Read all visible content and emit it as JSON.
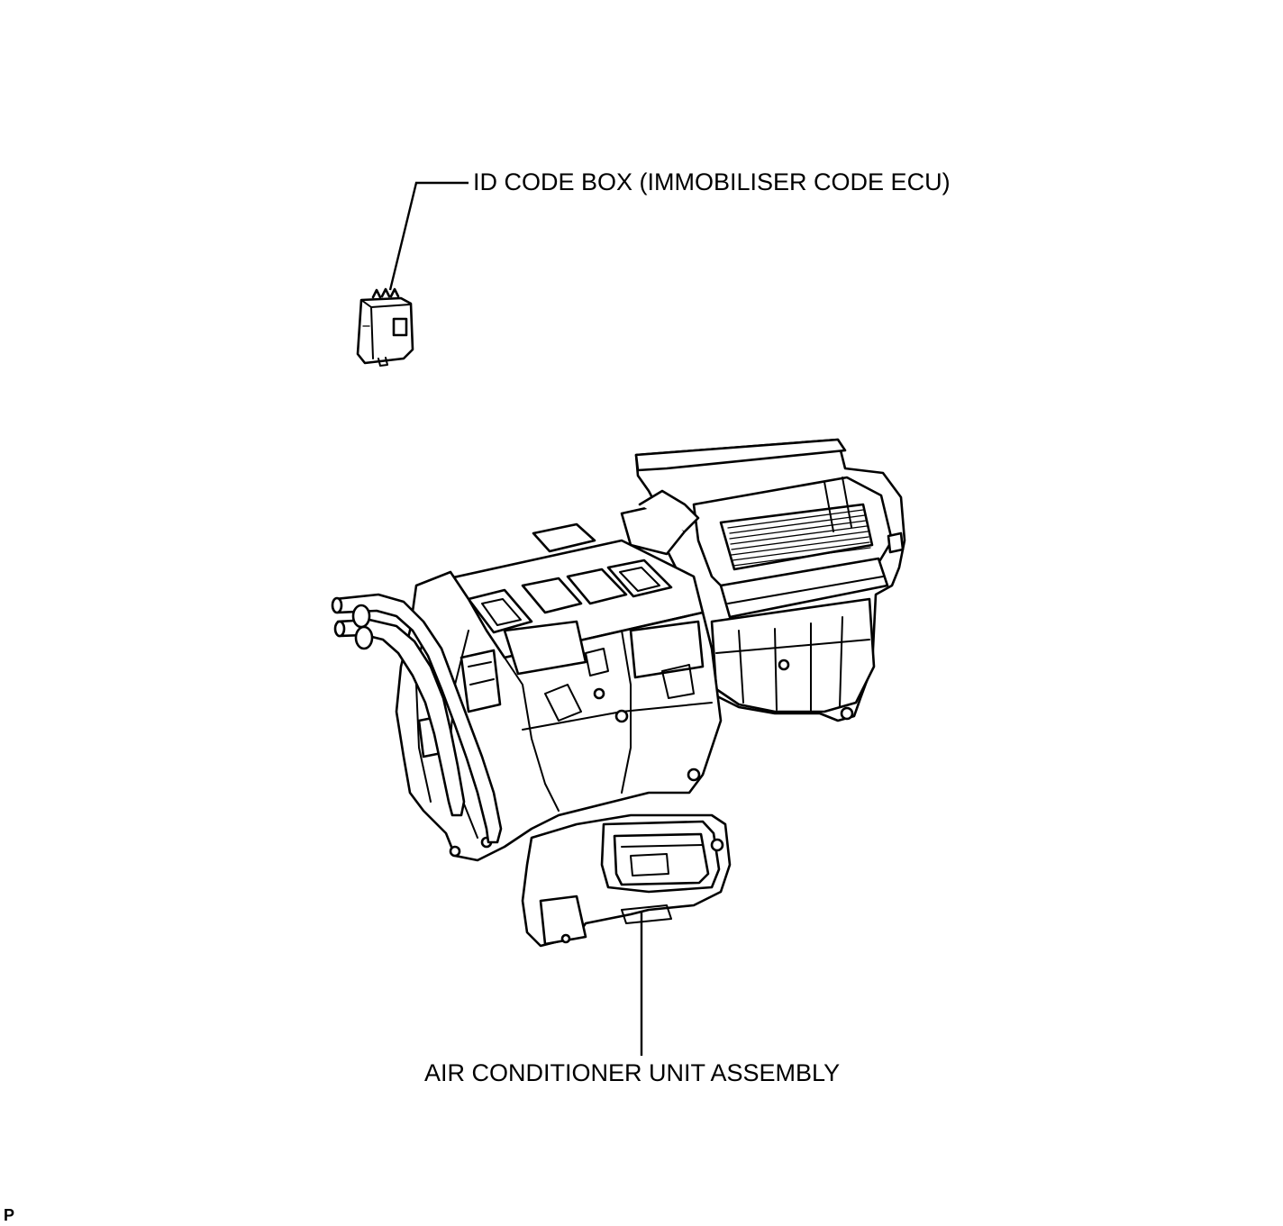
{
  "labels": {
    "id_code_box": "ID CODE BOX (IMMOBILISER CODE ECU)",
    "ac_unit": "AIR CONDITIONER UNIT ASSEMBLY",
    "corner_mark": "P"
  }
}
